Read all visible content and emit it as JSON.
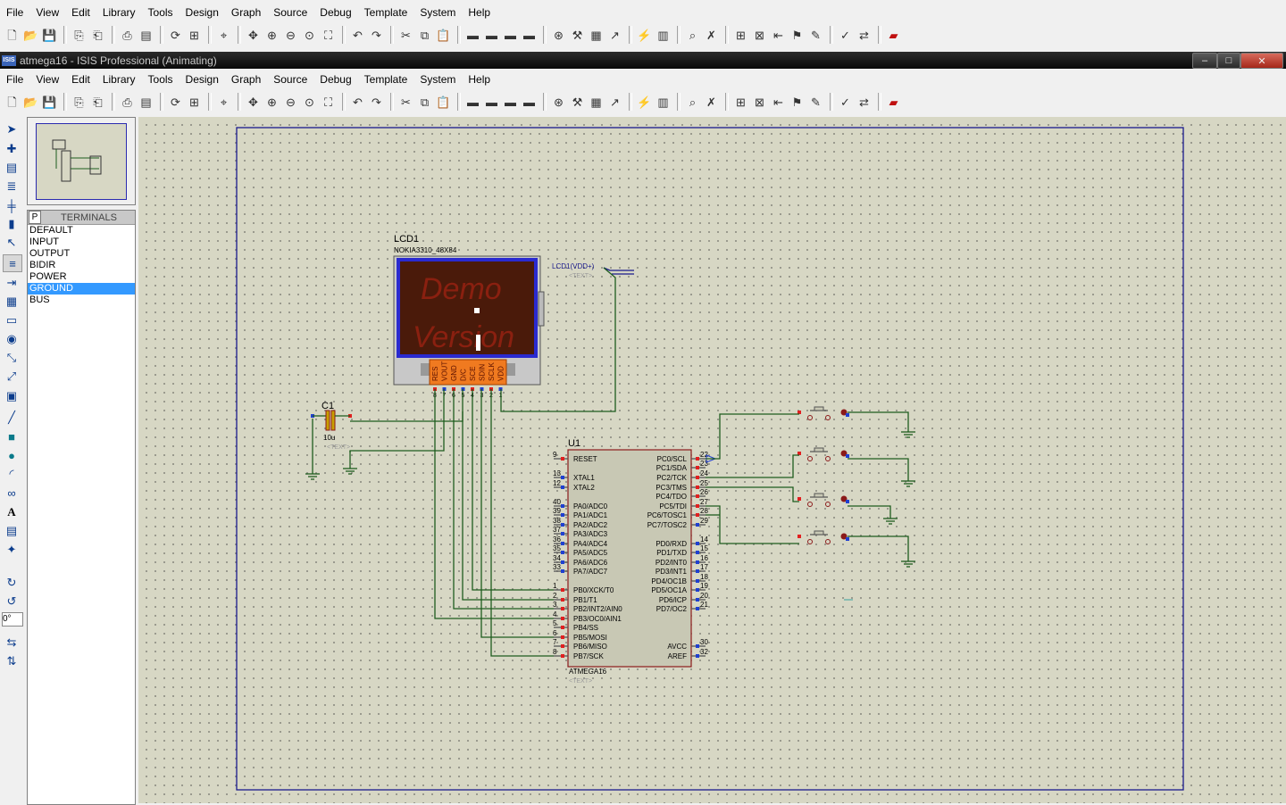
{
  "menus": [
    "File",
    "View",
    "Edit",
    "Library",
    "Tools",
    "Design",
    "Graph",
    "Source",
    "Debug",
    "Template",
    "System",
    "Help"
  ],
  "inner_menus": [
    "File",
    "View",
    "Edit",
    "Library",
    "Tools",
    "Design",
    "Graph",
    "Source",
    "Debug",
    "Template",
    "System",
    "Help"
  ],
  "window": {
    "title": "atmega16 - ISIS Professional (Animating)",
    "logo": "ISIS",
    "min": "–",
    "max": "□",
    "close": "✕"
  },
  "panel": {
    "mode_button": "P",
    "title": "TERMINALS",
    "items": [
      "DEFAULT",
      "INPUT",
      "OUTPUT",
      "BIDIR",
      "POWER",
      "GROUND",
      "BUS"
    ],
    "selected": "GROUND"
  },
  "rotation": "0°",
  "schematic": {
    "lcd": {
      "ref": "LCD1",
      "part": "NOKIA3310_48X84",
      "screen_text_1": "Demo",
      "screen_text_2": "Version",
      "pins": [
        "RES",
        "VOUT",
        "GND",
        "D/C",
        "SCE",
        "SDIN",
        "SCLK",
        "VDD"
      ],
      "pin_numbers": [
        "8",
        "7",
        "6",
        "5",
        "4",
        "3",
        "2",
        "1"
      ]
    },
    "vdd_label": "LCD1(VDD+)",
    "text_placeholder": "<TEXT>",
    "cap": {
      "ref": "C1",
      "value": "10u"
    },
    "mcu": {
      "ref": "U1",
      "part": "ATMEGA16",
      "left_pins": [
        {
          "num": "9",
          "name": "RESET"
        },
        {
          "num": "13",
          "name": "XTAL1"
        },
        {
          "num": "12",
          "name": "XTAL2"
        },
        {
          "num": "40",
          "name": "PA0/ADC0"
        },
        {
          "num": "39",
          "name": "PA1/ADC1"
        },
        {
          "num": "38",
          "name": "PA2/ADC2"
        },
        {
          "num": "37",
          "name": "PA3/ADC3"
        },
        {
          "num": "36",
          "name": "PA4/ADC4"
        },
        {
          "num": "35",
          "name": "PA5/ADC5"
        },
        {
          "num": "34",
          "name": "PA6/ADC6"
        },
        {
          "num": "33",
          "name": "PA7/ADC7"
        },
        {
          "num": "1",
          "name": "PB0/XCK/T0"
        },
        {
          "num": "2",
          "name": "PB1/T1"
        },
        {
          "num": "3",
          "name": "PB2/INT2/AIN0"
        },
        {
          "num": "4",
          "name": "PB3/OC0/AIN1"
        },
        {
          "num": "5",
          "name": "PB4/SS"
        },
        {
          "num": "6",
          "name": "PB5/MOSI"
        },
        {
          "num": "7",
          "name": "PB6/MISO"
        },
        {
          "num": "8",
          "name": "PB7/SCK"
        }
      ],
      "right_pins": [
        {
          "num": "22",
          "name": "PC0/SCL"
        },
        {
          "num": "23",
          "name": "PC1/SDA"
        },
        {
          "num": "24",
          "name": "PC2/TCK"
        },
        {
          "num": "25",
          "name": "PC3/TMS"
        },
        {
          "num": "26",
          "name": "PC4/TDO"
        },
        {
          "num": "27",
          "name": "PC5/TDI"
        },
        {
          "num": "28",
          "name": "PC6/TOSC1"
        },
        {
          "num": "29",
          "name": "PC7/TOSC2"
        },
        {
          "num": "14",
          "name": "PD0/RXD"
        },
        {
          "num": "15",
          "name": "PD1/TXD"
        },
        {
          "num": "16",
          "name": "PD2/INT0"
        },
        {
          "num": "17",
          "name": "PD3/INT1"
        },
        {
          "num": "18",
          "name": "PD4/OC1B"
        },
        {
          "num": "19",
          "name": "PD5/OC1A"
        },
        {
          "num": "20",
          "name": "PD6/ICP"
        },
        {
          "num": "21",
          "name": "PD7/OC2"
        },
        {
          "num": "30",
          "name": "AVCC"
        },
        {
          "num": "32",
          "name": "AREF"
        }
      ]
    }
  },
  "colors": {
    "wire": "#1e5c1e",
    "component_fill": "#c8c8b4",
    "component_border": "#8b1a1a",
    "sheet_border": "#1a1a8c",
    "canvas": "#d7d7c4",
    "lcd_screen": "#4a1a0a",
    "pin_active": "#e02020",
    "pin_inactive": "#2040d0",
    "select_blue": "#3399ff"
  }
}
